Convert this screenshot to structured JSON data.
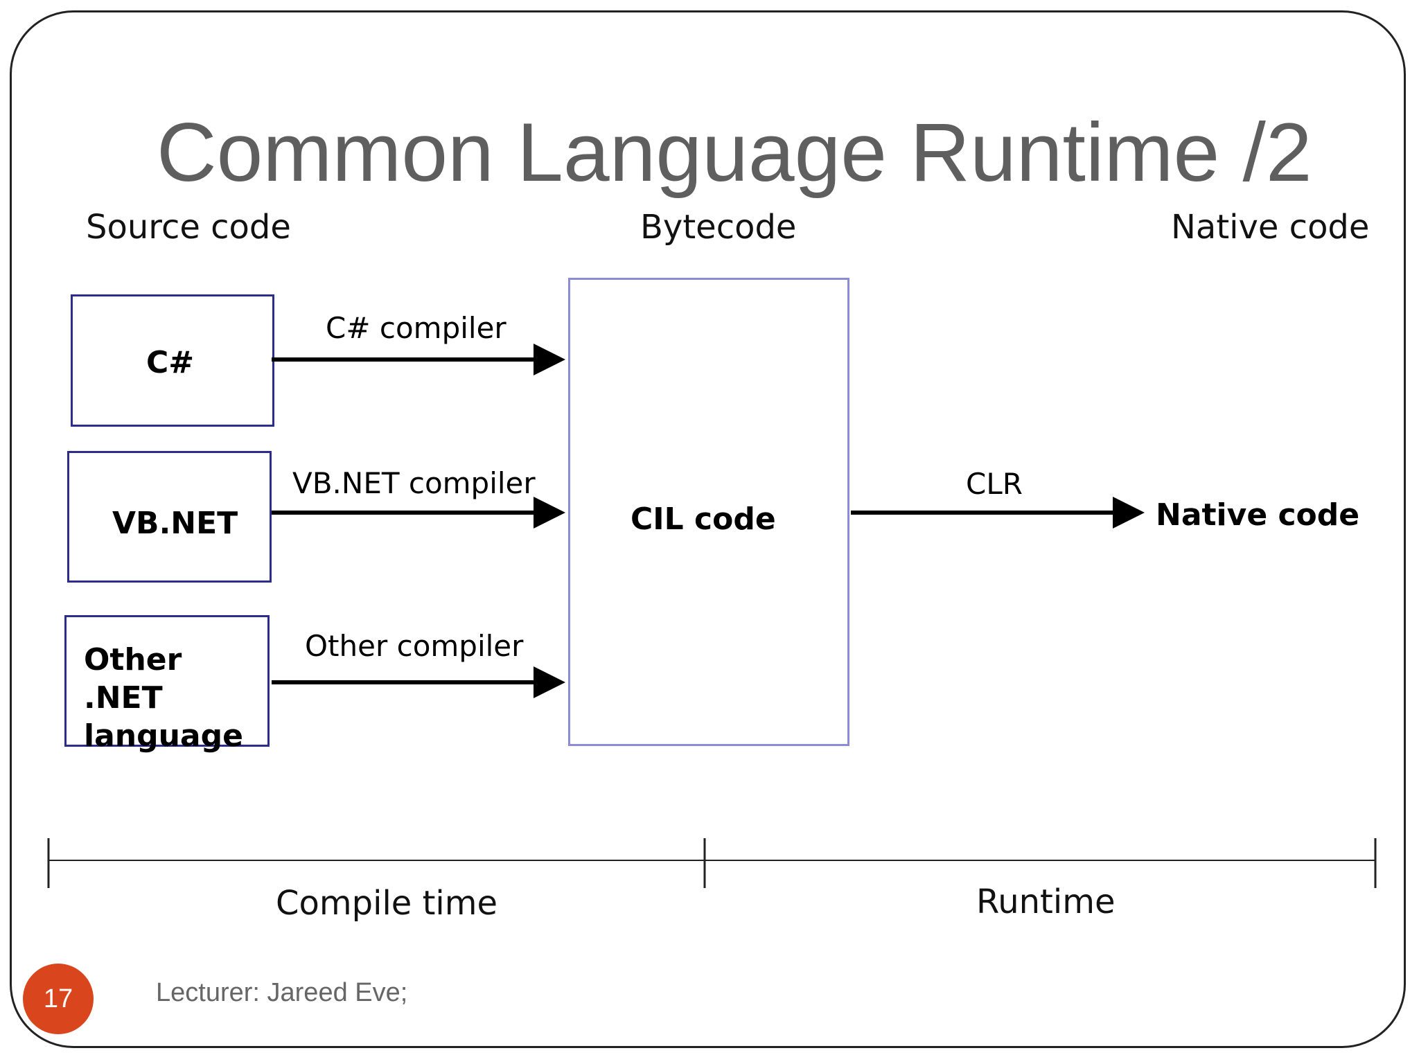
{
  "slide": {
    "title": "Common Language Runtime /2",
    "page_number": "17",
    "footer": "Lecturer: Jareed Eve;",
    "accent_color": "#d9461e"
  },
  "diagram": {
    "column_headers": {
      "source": "Source code",
      "bytecode": "Bytecode",
      "native": "Native code"
    },
    "source_boxes": [
      "C#",
      "VB.NET",
      "Other .NET language"
    ],
    "compilers": [
      "C# compiler",
      "VB.NET compiler",
      "Other compiler"
    ],
    "bytecode_box": "CIL code",
    "runtime_arrow": "CLR",
    "target": "Native code",
    "timeline": {
      "compile": "Compile time",
      "runtime": "Runtime"
    }
  }
}
